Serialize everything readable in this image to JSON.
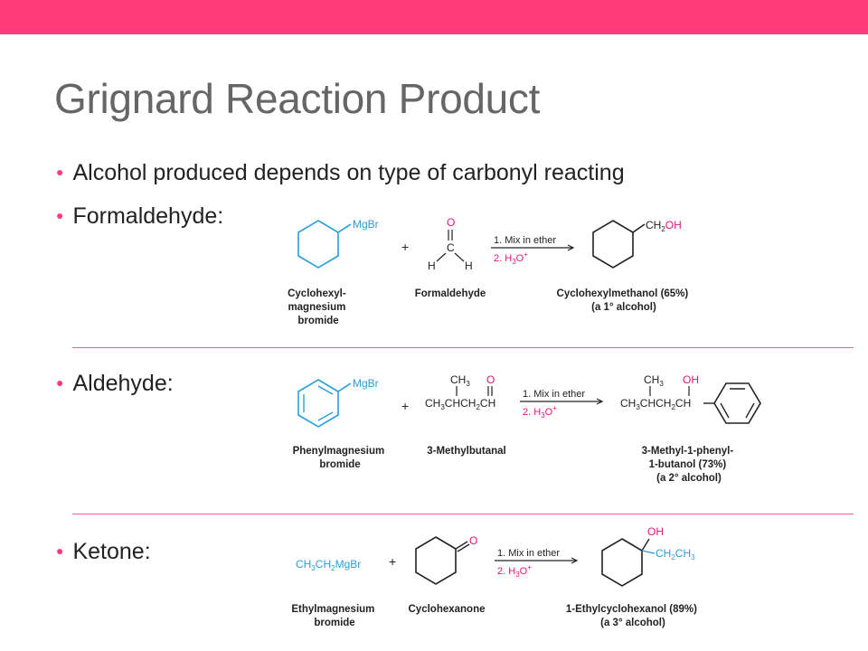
{
  "slide": {
    "title": "Grignard Reaction Product",
    "bullets": [
      "Alcohol produced depends on type of carbonyl reacting",
      "Formaldehyde:",
      "Aldehyde:",
      "Ketone:"
    ]
  },
  "reactions": {
    "formaldehyde": {
      "reagent_group": "MgBr",
      "plus": "+",
      "carbonyl": {
        "o": "O",
        "c": "C",
        "h1": "H",
        "h2": "H"
      },
      "step1": "1. Mix in ether",
      "step2_pre": "2. H",
      "step2_sub": "3",
      "step2_post": "O",
      "step2_sup": "+",
      "product_group": {
        "a": "CH",
        "sub": "2",
        "b": "OH"
      },
      "label_reagent": [
        "Cyclohexyl-",
        "magnesium",
        "bromide"
      ],
      "label_carbonyl": "Formaldehyde",
      "label_product": [
        "Cyclohexylmethanol (65%)",
        "(a 1° alcohol)"
      ]
    },
    "aldehyde": {
      "reagent_group": "MgBr",
      "plus": "+",
      "carbonyl": {
        "ch3_top": "CH",
        "ch3_sub": "3",
        "o": "O",
        "chain_a": "CH",
        "chain_sub1": "3",
        "chain_b": "CHCH",
        "chain_sub2": "2",
        "chain_c": "CH"
      },
      "step1": "1. Mix in ether",
      "step2_pre": "2. H",
      "step2_sub": "3",
      "step2_post": "O",
      "step2_sup": "+",
      "product": {
        "ch3_top": "CH",
        "ch3_sub": "3",
        "oh": "OH",
        "chain_a": "CH",
        "chain_sub1": "3",
        "chain_b": "CHCH",
        "chain_sub2": "2",
        "chain_c": "CH"
      },
      "label_reagent": [
        "Phenylmagnesium",
        "bromide"
      ],
      "label_carbonyl": "3-Methylbutanal",
      "label_product": [
        "3-Methyl-1-phenyl-",
        "1-butanol (73%)",
        "(a 2° alcohol)"
      ]
    },
    "ketone": {
      "reagent": {
        "a": "CH",
        "sub1": "3",
        "b": "CH",
        "sub2": "2",
        "c": "MgBr"
      },
      "plus": "+",
      "carbonyl_o": "O",
      "step1": "1. Mix in ether",
      "step2_pre": "2. H",
      "step2_sub": "3",
      "step2_post": "O",
      "step2_sup": "+",
      "product": {
        "oh": "OH",
        "a": "CH",
        "sub1": "2",
        "b": "CH",
        "sub2": "3"
      },
      "label_reagent": [
        "Ethylmagnesium",
        "bromide"
      ],
      "label_carbonyl": "Cyclohexanone",
      "label_product": [
        "1-Ethylcyclohexanol (89%)",
        "(a 3° alcohol)"
      ]
    }
  },
  "colors": {
    "accent": "#fe3b7b",
    "reagent_blue": "#2a9fd8",
    "oxygen_magenta": "#e2157a"
  }
}
